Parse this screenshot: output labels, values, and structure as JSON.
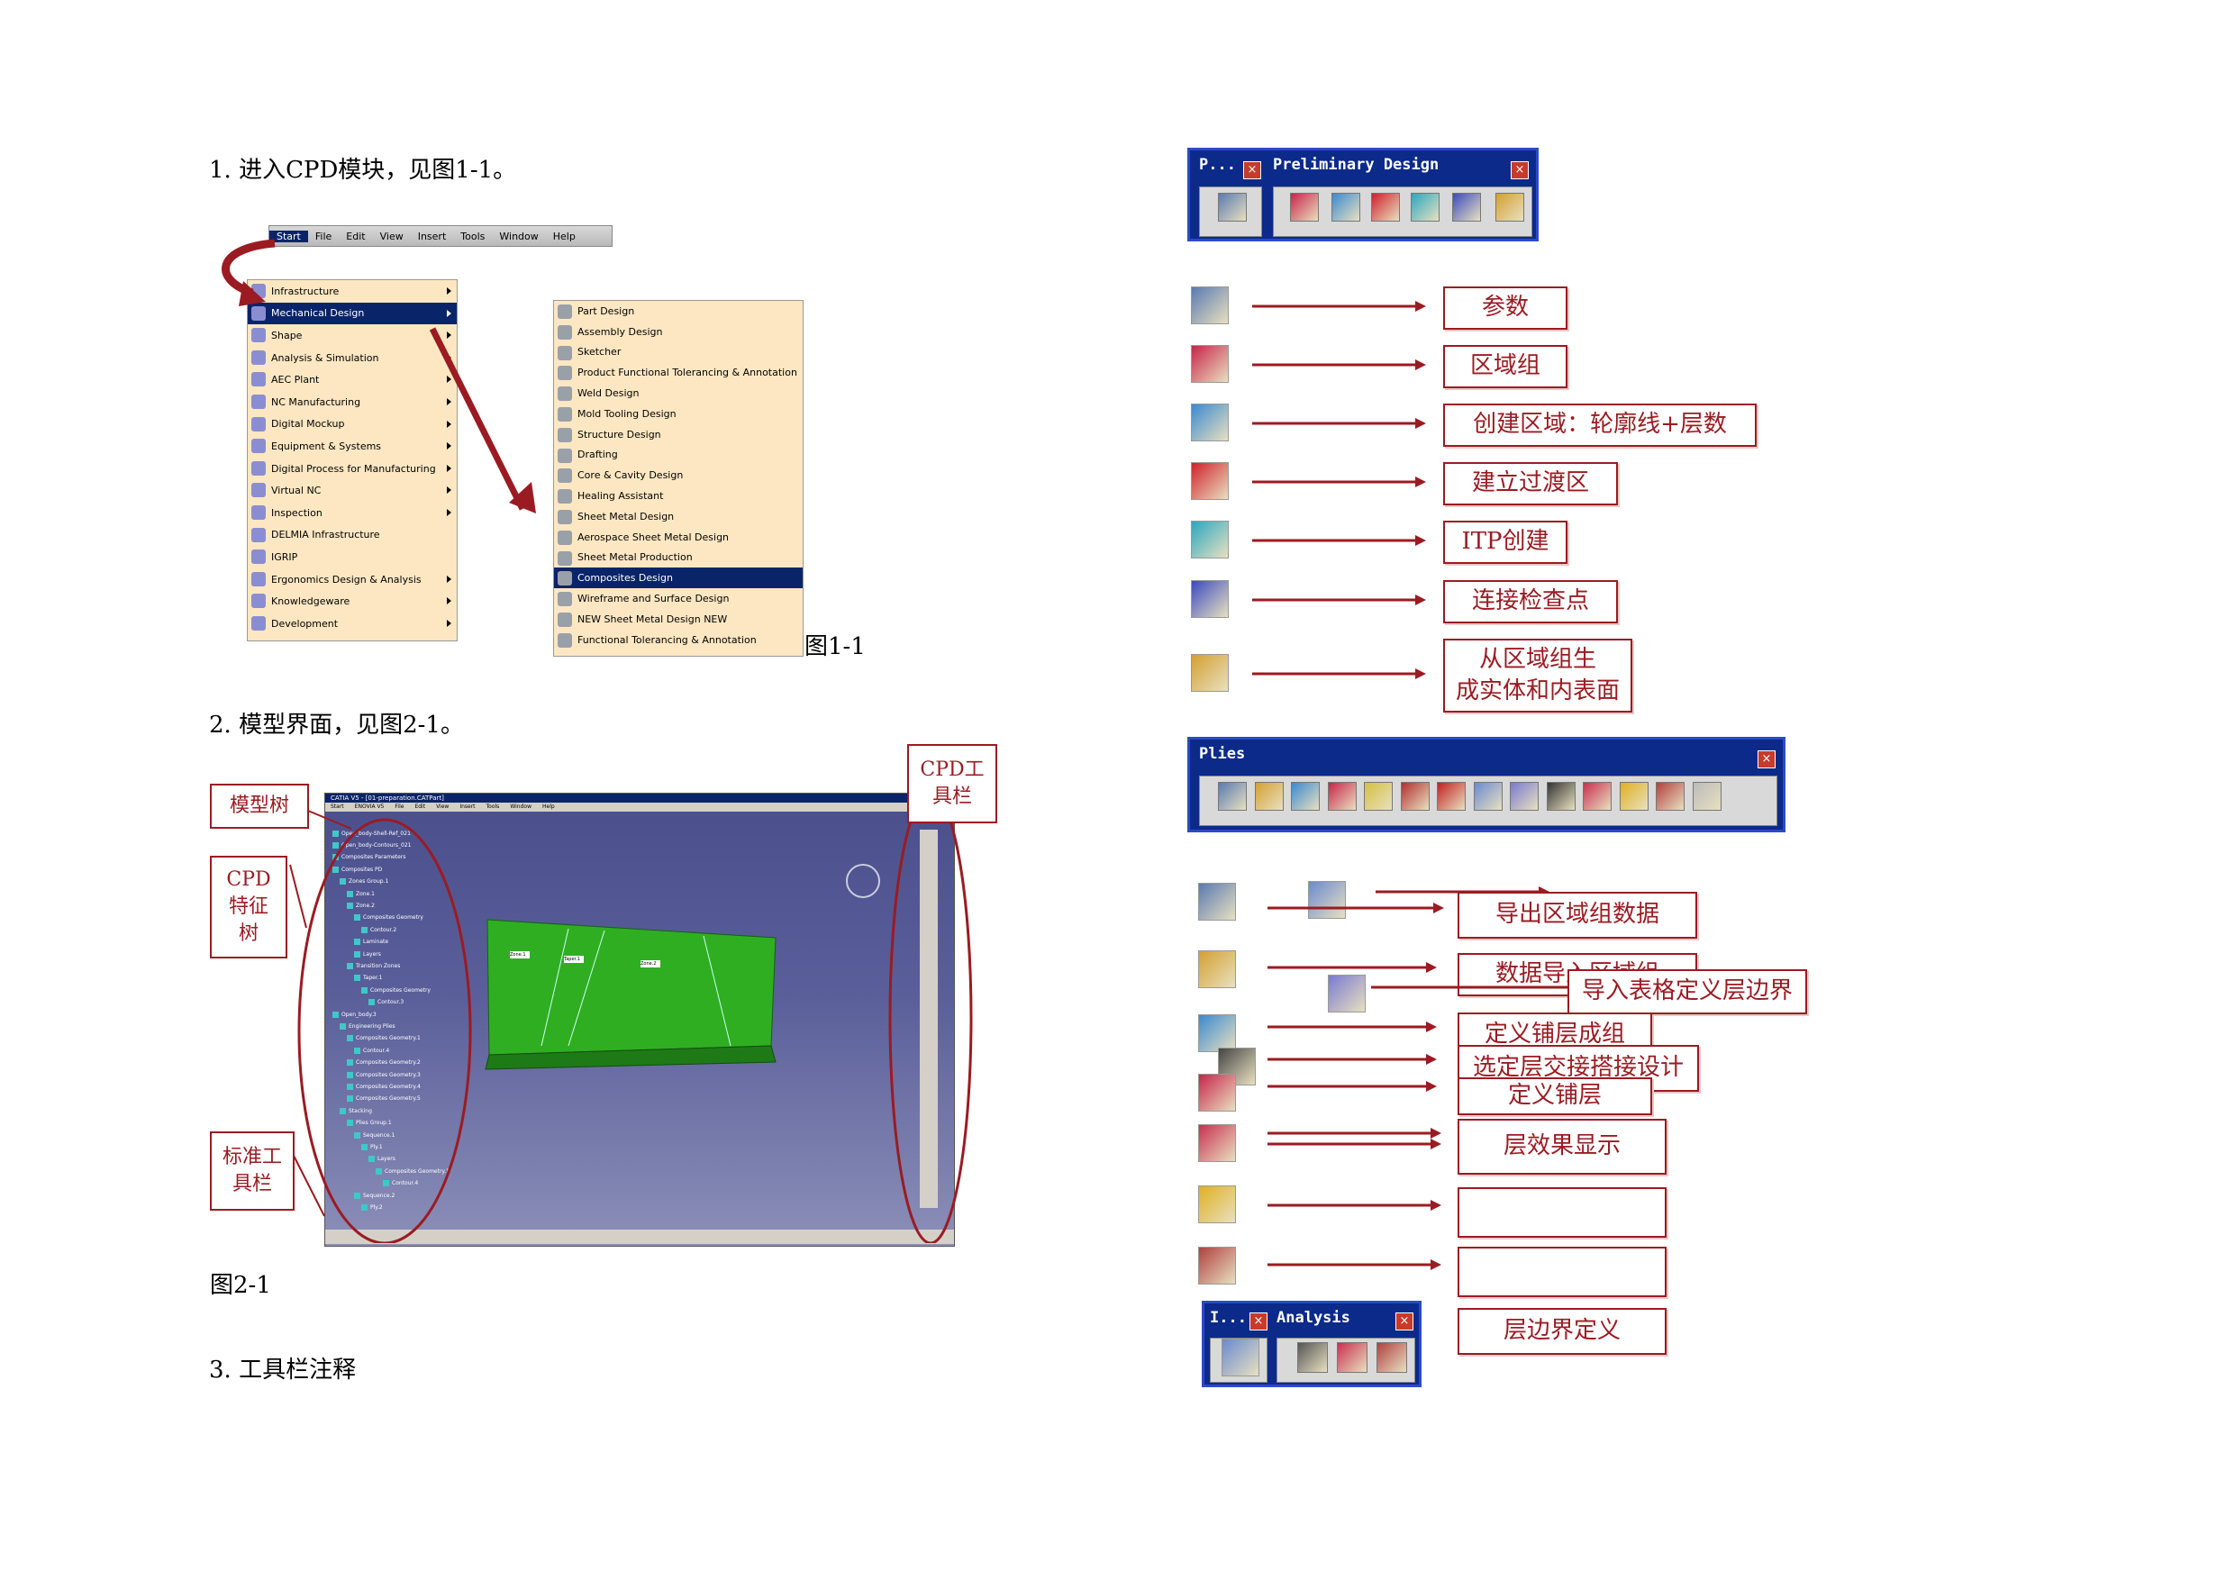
{
  "sections": {
    "s1": "1. 进入CPD模块，见图1-1。",
    "s2": "2. 模型界面，见图2-1。",
    "s3": "3. 工具栏注释"
  },
  "captions": {
    "fig1": "图1-1",
    "fig2": "图2-1"
  },
  "catia_menubar": [
    "Start",
    "File",
    "Edit",
    "View",
    "Insert",
    "Tools",
    "Window",
    "Help"
  ],
  "start_menu": [
    "Infrastructure",
    "Mechanical Design",
    "Shape",
    "Analysis & Simulation",
    "AEC Plant",
    "NC Manufacturing",
    "Digital Mockup",
    "Equipment & Systems",
    "Digital Process for Manufacturing",
    "Virtual NC",
    "Inspection",
    "DELMIA Infrastructure",
    "IGRIP",
    "Ergonomics Design & Analysis",
    "Knowledgeware",
    "Development"
  ],
  "mech_submenu": [
    "Part Design",
    "Assembly Design",
    "Sketcher",
    "Product Functional Tolerancing & Annotation",
    "Weld Design",
    "Mold Tooling Design",
    "Structure Design",
    "Drafting",
    "Core & Cavity Design",
    "Healing Assistant",
    "Sheet Metal Design",
    "Aerospace Sheet Metal  Design",
    "Sheet Metal Production",
    "Composites Design",
    "Wireframe and Surface Design",
    "NEW Sheet Metal Design NEW",
    "Functional Tolerancing & Annotation"
  ],
  "fig2_callouts": {
    "tree": "模型树",
    "cpd_tree": "CPD\n特征\n树",
    "std_toolbar": "标准工\n具栏",
    "cpd_toolbar": "CPD工\n具栏"
  },
  "screenshot": {
    "title": "CATIA V5 - [01-preparation.CATPart]",
    "menu": [
      "Start",
      "ENOVIA V5",
      "File",
      "Edit",
      "View",
      "Insert",
      "Tools",
      "Window",
      "Help"
    ],
    "tree": [
      "Open_body-Shell-Ref_021",
      "Open_body-Contours_021",
      "Composites Parameters",
      "Composites PD",
      "Zones Group.1",
      "Zone.1",
      "Zone.2",
      "Composites Geometry",
      "Contour.2",
      "Laminate",
      "Layers",
      "Transition Zones",
      "Taper.1",
      "Composites Geometry",
      "Contour.3",
      "Open_body.3",
      "Engineering Plies",
      "Composites Geometry.1",
      "Contour.4",
      "Composites Geometry.2",
      "Composites Geometry.3",
      "Composites Geometry.4",
      "Composites Geometry.5",
      "Stacking",
      "Plies Group.1",
      "Sequence.1",
      "Ply.1",
      "Layers",
      "Composites Geometry.1",
      "Contour.4",
      "Sequence.2",
      "Ply.2"
    ],
    "zone_labels": [
      "Zone.1",
      "Taper.1",
      "Zone.2"
    ]
  },
  "toolbars": {
    "prelim": {
      "short": "P...",
      "title": "Preliminary Design"
    },
    "plies": {
      "title": "Plies"
    },
    "analysis": {
      "short": "I...",
      "title": "Analysis"
    }
  },
  "prelim_labels": [
    "参数",
    "区域组",
    "创建区域：轮廓线+层数",
    "建立过渡区",
    "ITP创建",
    "连接检查点",
    "从区域组生\n成实体和内表面"
  ],
  "plies_labels": [
    "导出区域组数据",
    "数据导入区域组",
    "导入表格定义层边界",
    "定义铺层成组",
    "选定层交接搭接设计",
    "定义铺层",
    "层效果显示",
    "",
    "",
    "层边界定义"
  ],
  "colors": {
    "accent": "#9b1b22",
    "catia_blue": "#0b2a8a"
  }
}
